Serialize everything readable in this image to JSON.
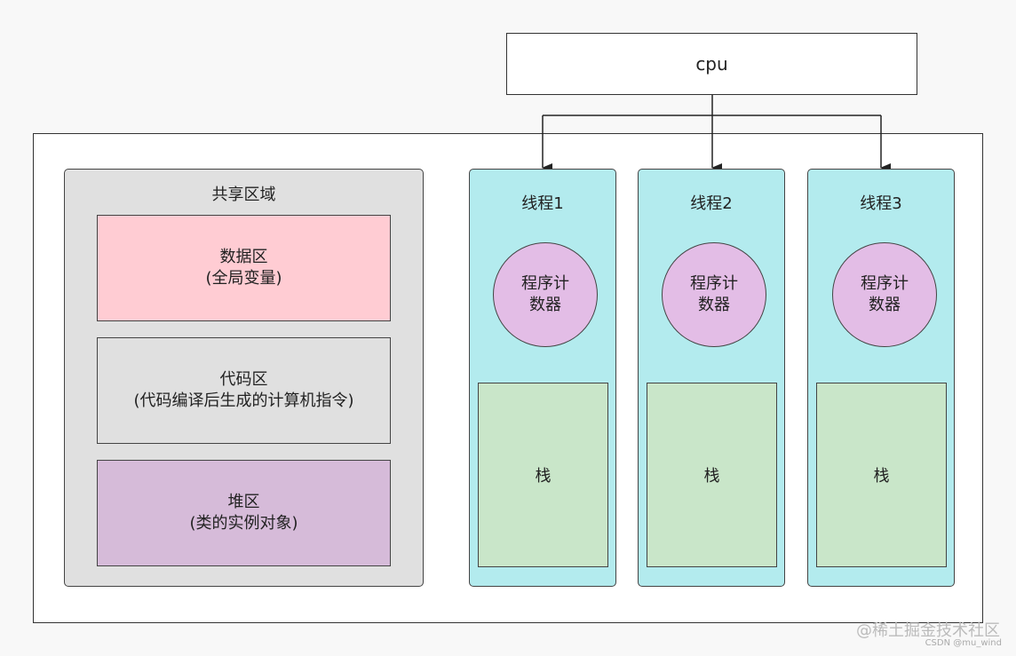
{
  "cpu": {
    "label": "cpu"
  },
  "shared_area": {
    "title": "共享区域",
    "regions": [
      {
        "title": "数据区",
        "desc": "(全局变量)",
        "color": "#ffccd3"
      },
      {
        "title": "代码区",
        "desc": "(代码编译后生成的计算机指令)",
        "color": "#e0e0e0"
      },
      {
        "title": "堆区",
        "desc": "(类的实例对象)",
        "color": "#d6bbd9"
      }
    ]
  },
  "threads": [
    {
      "title": "线程1",
      "pc_line1": "程序计",
      "pc_line2": "数器",
      "stack": "栈"
    },
    {
      "title": "线程2",
      "pc_line1": "程序计",
      "pc_line2": "数器",
      "stack": "栈"
    },
    {
      "title": "线程3",
      "pc_line1": "程序计",
      "pc_line2": "数器",
      "stack": "栈"
    }
  ],
  "colors": {
    "thread_bg": "#b3ebee",
    "pc_bg": "#e3bde6",
    "stack_bg": "#c9e6c9"
  },
  "watermark": {
    "main": "@稀土掘金技术社区",
    "sub": "CSDN @mu_wind"
  }
}
